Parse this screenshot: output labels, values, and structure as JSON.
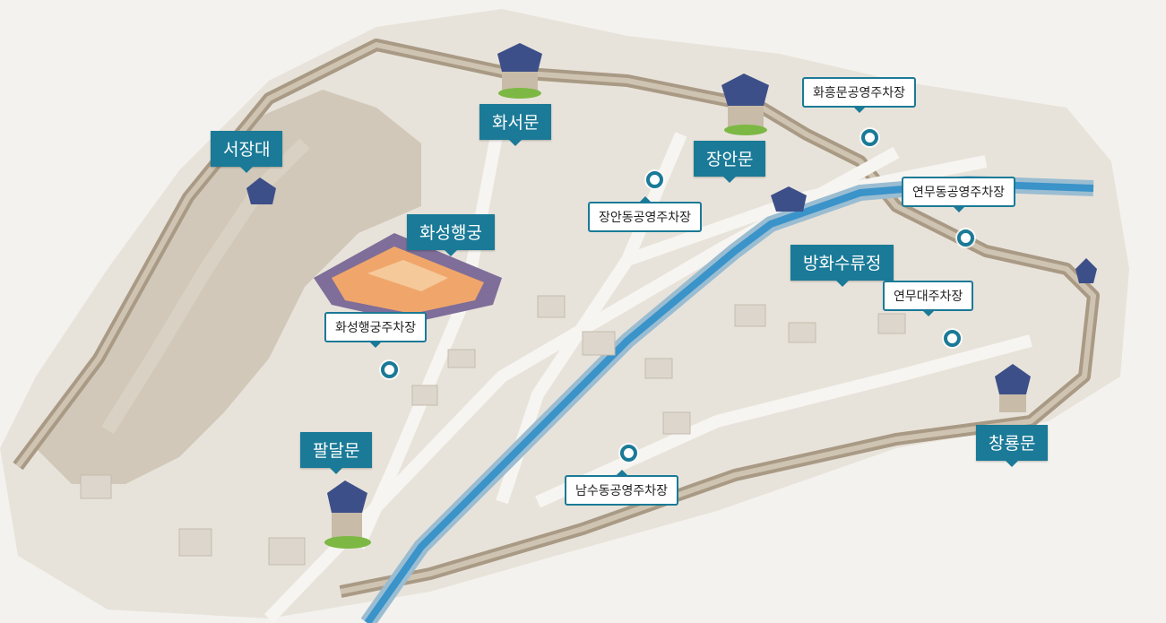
{
  "colors": {
    "accent": "#1a7a97",
    "stream": "#3a93c9",
    "palace_roof": "#f0a66a",
    "land": "#e6e1d8",
    "wall": "#b8ab98"
  },
  "landmarks": {
    "hwaseomun": "화서문",
    "janganmun": "장안문",
    "seojangdae": "서장대",
    "hwaseong_haenggung": "화성행궁",
    "banghwasuryujeong": "방화수류정",
    "paldalmun": "팔달문",
    "changnyongmun": "창룡문"
  },
  "parking": {
    "hwahongmun": "화흥문공영주차장",
    "jangandong": "장안동공영주차장",
    "yeonmudong": "연무동공영주차장",
    "yeonmudae": "연무대주차장",
    "haenggung": "화성행궁주차장",
    "namsudong": "남수동공영주차장"
  }
}
